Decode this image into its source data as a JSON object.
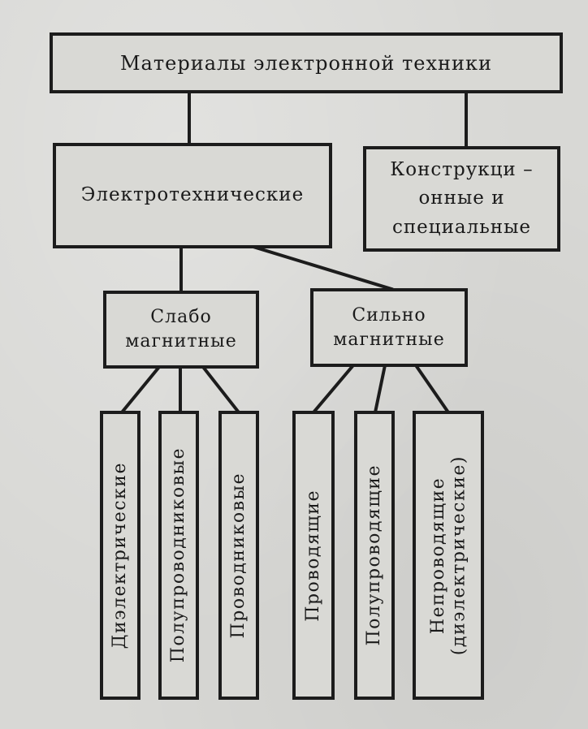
{
  "diagram": {
    "root": "Материалы электронной техники",
    "electrotechnical": "Электротехнические",
    "structural": "Конструкци –\nонные и\nспециальные",
    "weak_magnetic": "Слабо\nмагнитные",
    "strong_magnetic": "Сильно\nмагнитные",
    "weak_children": [
      "Диэлектрические",
      "Полупроводниковые",
      "Проводниковые"
    ],
    "strong_children": [
      "Проводящие",
      "Полупроводящие",
      "Непроводящие\n(диэлектрические)"
    ]
  }
}
